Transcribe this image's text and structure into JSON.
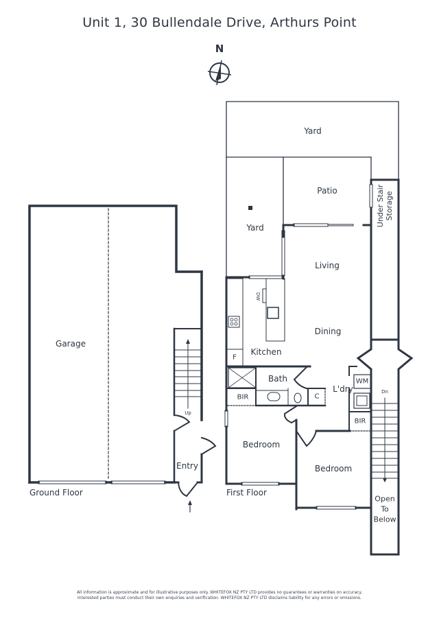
{
  "header": {
    "title": "Unit 1, 30 Bullendale Drive, Arthurs Point"
  },
  "compass": {
    "label": "N",
    "icon": "north-arrow-compass-icon"
  },
  "colors": {
    "wall": "#2d3642",
    "window": "#ffffff",
    "background": "#ffffff"
  },
  "floors": {
    "ground": {
      "label": "Ground Floor",
      "rooms": {
        "garage": "Garage",
        "entry": "Entry",
        "stairs_up": "Up"
      }
    },
    "first": {
      "label": "First Floor",
      "rooms": {
        "yard_top": "Yard",
        "yard_side": "Yard",
        "patio": "Patio",
        "under_stair_line1": "Under Stair",
        "under_stair_line2": "Storage",
        "living": "Living",
        "dining": "Dining",
        "kitchen": "Kitchen",
        "fridge": "F",
        "dishwasher": "DW",
        "bath": "Bath",
        "bir_left": "BIR",
        "cupboard": "C",
        "laundry": "L'dry",
        "washing_machine": "WM",
        "bir_right": "BIR",
        "stairs_down": "Dn",
        "bedroom_1": "Bedroom",
        "bedroom_2": "Bedroom",
        "open_line1": "Open",
        "open_line2": "To",
        "open_line3": "Below"
      }
    }
  },
  "footer": {
    "disclaimer_line1": "All information is approximate and for illustrative purposes only. WHITEFOX NZ PTY LTD provides no guarantees or warranties on accuracy.",
    "disclaimer_line2": "Interested parties must conduct their own enquiries and verification. WHITEFOX NZ PTY LTD disclaims liability for any errors or omissions."
  }
}
